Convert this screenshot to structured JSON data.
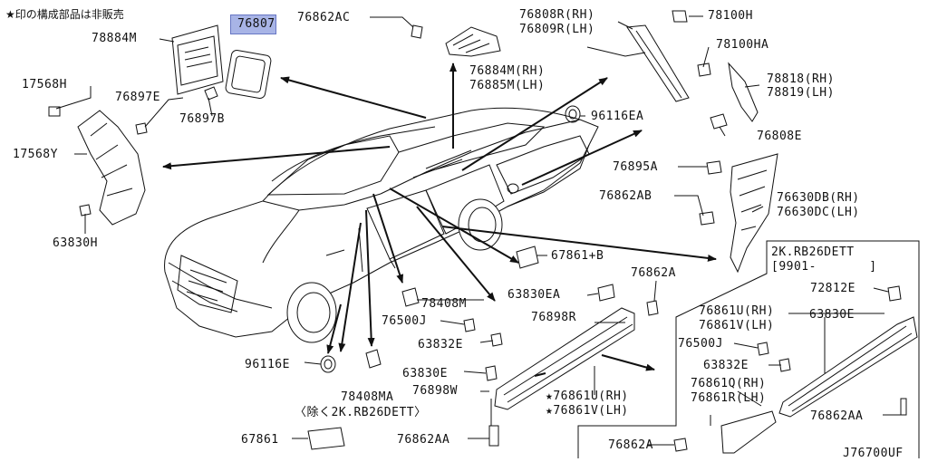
{
  "header_note": "★印の構成部品は非販売",
  "diagram_code": "J76700UF",
  "highlight_part": "76807",
  "colors": {
    "highlight_fill": "#a8b4e6",
    "line": "#111111"
  },
  "labels": {
    "p78884M": "78884M",
    "p76807": "76807",
    "p76862AC": "76862AC",
    "p76808R": "76808R(RH)",
    "p76809R": "76809R(LH)",
    "p78100H": "78100H",
    "p78100HA": "78100HA",
    "p76884M": "76884M(RH)",
    "p76885M": "76885M(LH)",
    "p78818": "78818(RH)",
    "p78819": "78819(LH)",
    "p17568H": "17568H",
    "p76897E": "76897E",
    "p76897B": "76897B",
    "p96116EA": "96116EA",
    "p76808E": "76808E",
    "p17568Y": "17568Y",
    "p76895A": "76895A",
    "p76862AB": "76862AB",
    "p76630DB": "76630DB(RH)",
    "p76630DC": "76630DC(LH)",
    "p63830H": "63830H",
    "p67861B": "67861+B",
    "p2KRB26": "2K.RB26DETT",
    "p9901": "[9901-       ]",
    "p76862A": "76862A",
    "p72812E": "72812E",
    "p63830EA": "63830EA",
    "p78408M": "78408M",
    "p76861U_RH": "76861U(RH)",
    "p76861V_LH": "76861V(LH)",
    "p63830E_r": "63830E",
    "p76500J": "76500J",
    "p76898R": "76898R",
    "p76500J_r": "76500J",
    "p63832E": "63832E",
    "p63832E_r": "63832E",
    "p96116E": "96116E",
    "p63830E": "63830E",
    "p76898W": "76898W",
    "p76861Q": "76861Q(RH)",
    "p76861R": "76861R(LH)",
    "p78408MA": "78408MA",
    "p76861U_star": "★76861U(RH)",
    "p76861V_star": "★76861V(LH)",
    "p76862AA_r": "76862AA",
    "p_exclude": "〈除く2K.RB26DETT〉",
    "p67861": "67861",
    "p76862AA": "76862AA",
    "p76862A_b": "76862A"
  }
}
